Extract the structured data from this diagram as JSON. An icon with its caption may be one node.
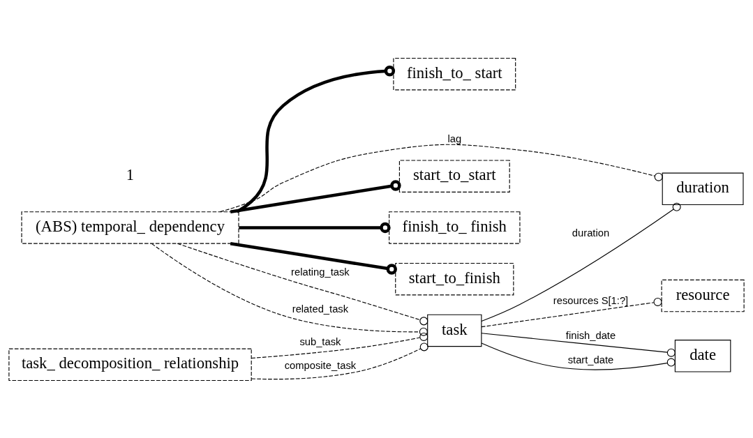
{
  "diagram": {
    "nodes": [
      {
        "text": [
          "task"
        ]
      },
      {
        "text": [
          "date"
        ]
      },
      {
        "text": [
          "duration"
        ]
      },
      {
        "text": [
          "resource"
        ]
      },
      {
        "text": [
          "(ABS) temporal_ dependency"
        ]
      },
      {
        "text": [
          "finish_to_ start"
        ]
      },
      {
        "text": [
          "finish_to_ finish"
        ]
      },
      {
        "text": [
          "start_to_start"
        ]
      },
      {
        "text": [
          "start_to_finish"
        ]
      },
      {
        "text": [
          "task_ decomposition_ relationship"
        ]
      }
    ],
    "edges": [
      {
        "from": 4,
        "to": 0,
        "arrow": "other",
        "label": "relating_task",
        "style": "dashed"
      },
      {
        "from": 4,
        "to": 0,
        "arrow": "other",
        "label": "related_task",
        "style": "dashed"
      },
      {
        "from": 0,
        "to": 1,
        "arrow": "other",
        "label": "start_date"
      },
      {
        "from": 0,
        "to": 1,
        "arrow": "other",
        "label": "finish_date"
      },
      {
        "from": 0,
        "to": 2,
        "arrow": "other",
        "label": "duration"
      },
      {
        "from": 0,
        "to": 3,
        "arrow": "other",
        "label": "resources S[1:?]",
        "style": "dashed"
      },
      {
        "from": 4,
        "to": 2,
        "arrow": "other",
        "label": "lag",
        "style": "dashed"
      },
      {
        "from": 9,
        "to": 0,
        "arrow": "other",
        "label": "sub_task",
        "style": "dashed"
      },
      {
        "from": 9,
        "to": 0,
        "arrow": "other",
        "label": "composite_task",
        "style": "dashed"
      },
      {
        "from": 4,
        "to": 5,
        "arrow": "other",
        "style": "thick"
      },
      {
        "from": 4,
        "to": 6,
        "arrow": "other",
        "style": "thick"
      },
      {
        "from": 4,
        "to": 7,
        "arrow": "other",
        "style": "thick"
      },
      {
        "from": 4,
        "to": 8,
        "arrow": "other",
        "style": "thick"
      }
    ],
    "labels": [
      "1"
    ]
  }
}
